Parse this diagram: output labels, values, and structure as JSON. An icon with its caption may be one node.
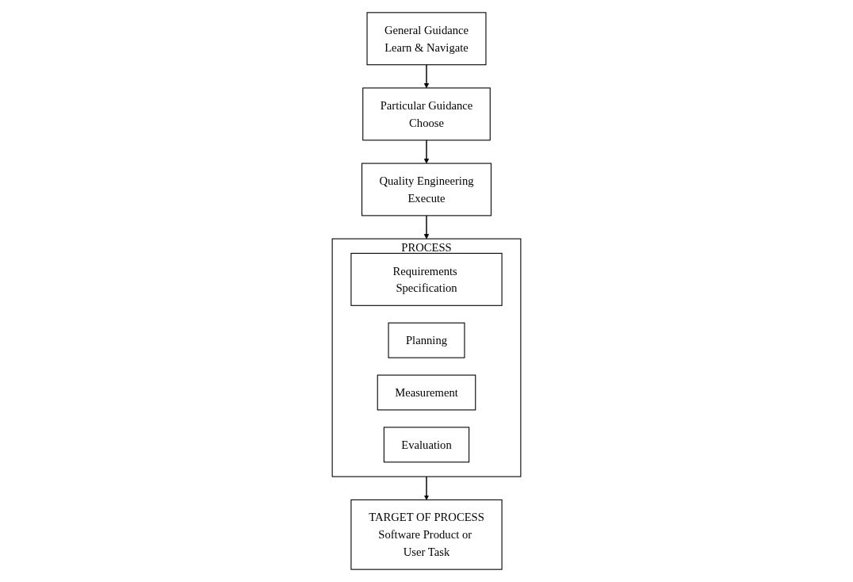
{
  "diagram": {
    "nodes": [
      {
        "text": [
          "General Guidance",
          "Learn & Navigate"
        ]
      },
      {
        "text": [
          "Particular Guidance",
          "Choose"
        ]
      },
      {
        "text": [
          "Quality Engineering",
          "Execute"
        ]
      },
      {
        "text": [
          "PROCESS"
        ]
      },
      {
        "text": [
          "Requirements Specification"
        ],
        "in": 3
      },
      {
        "text": [
          "Planning"
        ],
        "in": 3
      },
      {
        "text": [
          "Measurement"
        ],
        "in": 3
      },
      {
        "text": [
          "Evaluation"
        ],
        "in": 3
      },
      {
        "text": [
          "TARGET OF PROCESS",
          "Software Product or User Task"
        ]
      }
    ],
    "edges": [
      {
        "from": 0,
        "to": 1,
        "arrow": "to"
      },
      {
        "from": 1,
        "to": 2,
        "arrow": "to"
      },
      {
        "from": 2,
        "to": 3,
        "arrow": "to"
      },
      {
        "from": 3,
        "to": 8,
        "arrow": "to"
      }
    ]
  }
}
